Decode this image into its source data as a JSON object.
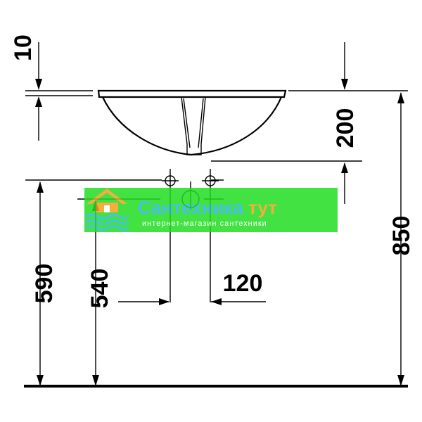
{
  "dimensions": {
    "top_gap": "10",
    "bowl_depth": "200",
    "outlet_height": "590",
    "drain_height": "540",
    "drain_spacing": "120",
    "total_height": "850"
  },
  "watermark": {
    "brand_main": "Сантехника",
    "brand_accent": "тут",
    "tagline": "интернет-магазин сантехники",
    "background_color": "#22dd22",
    "main_color": "#2ab6e6",
    "accent_color": "#f0a020",
    "tagline_color": "#ffffff",
    "logo": "house-waves-icon"
  },
  "colors": {
    "line": "#000000",
    "background": "#ffffff"
  }
}
